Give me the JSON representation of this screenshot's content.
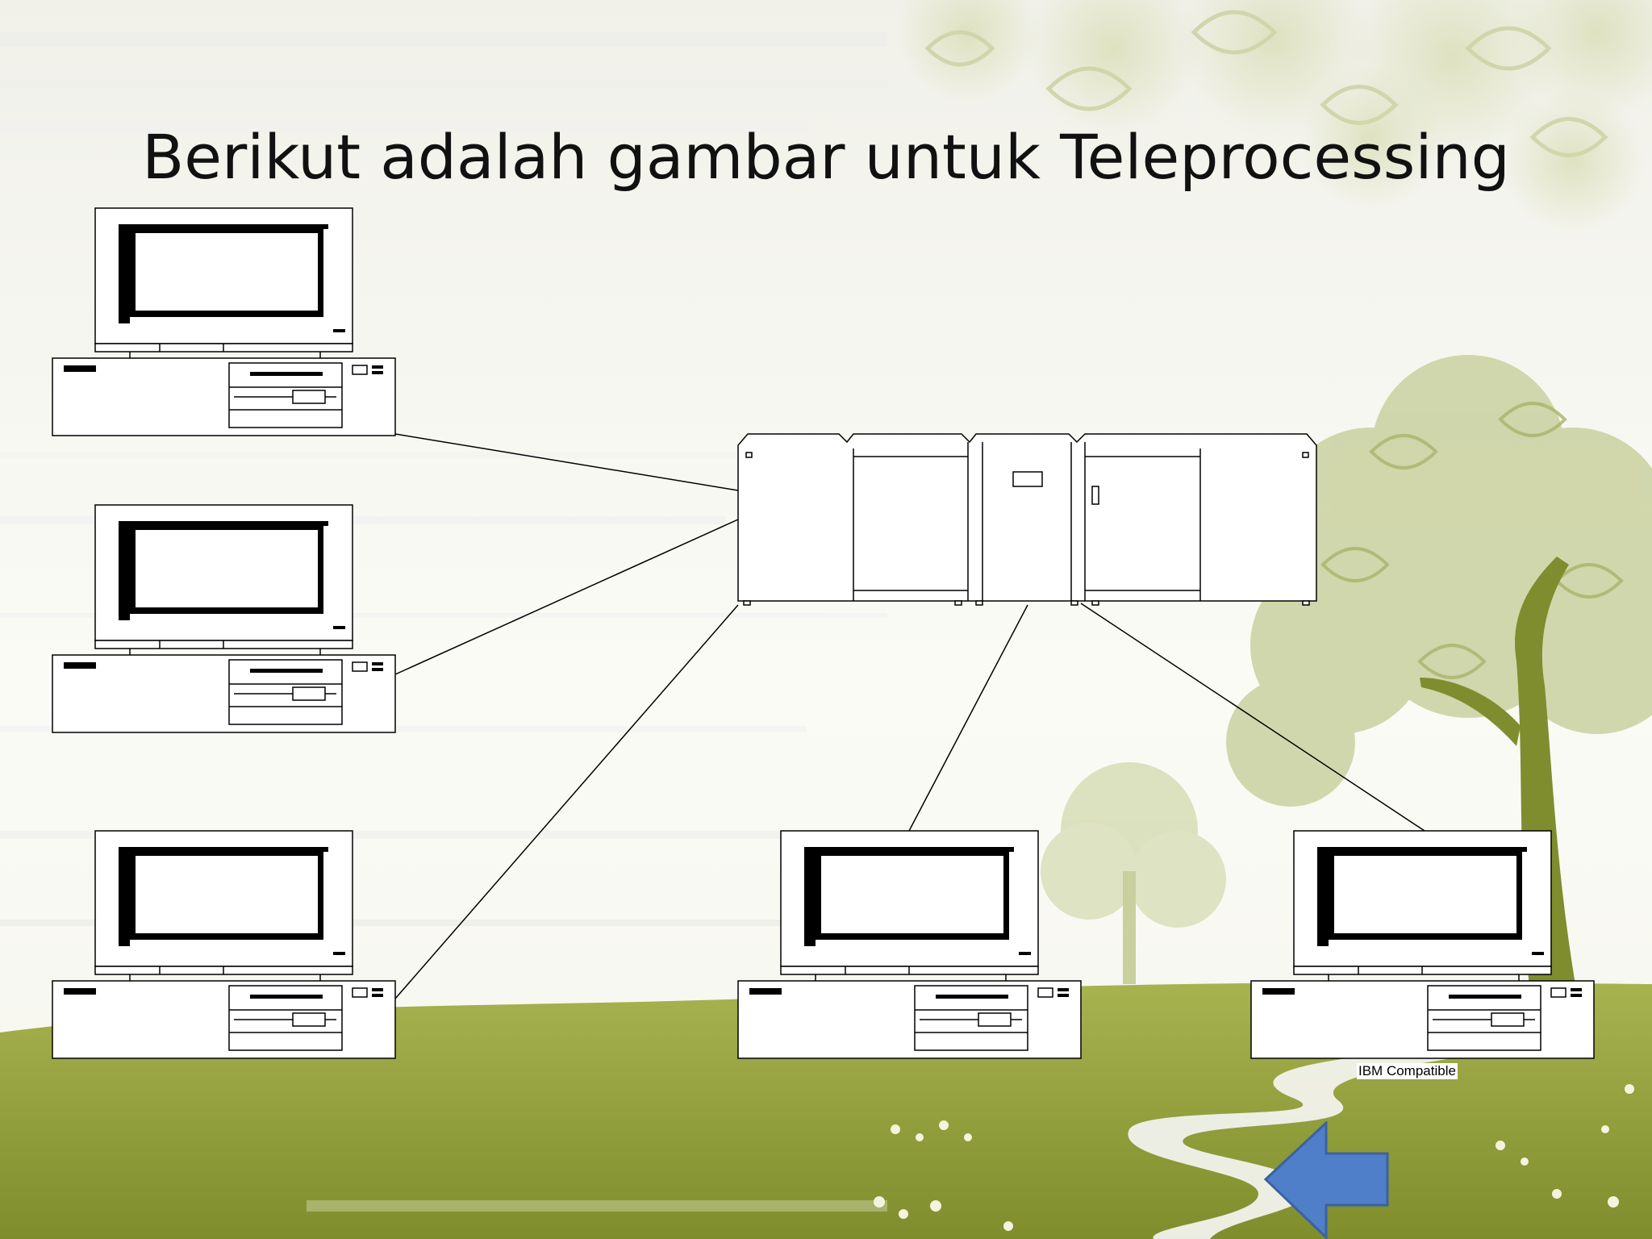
{
  "slide": {
    "title": "Berikut adalah gambar untuk  Teleprocessing",
    "caption": "IBM Compatible"
  },
  "diagram": {
    "hub": "mainframe",
    "nodes": [
      "workstation-1",
      "workstation-2",
      "workstation-3",
      "workstation-4",
      "workstation-5"
    ]
  },
  "nav": {
    "back_icon": "left-arrow-icon"
  },
  "colors": {
    "grass": "#8c9a3a",
    "arrow_fill": "#4f7fc8",
    "arrow_stroke": "#3b62a0",
    "tree_trunk": "#7f8d2e"
  }
}
